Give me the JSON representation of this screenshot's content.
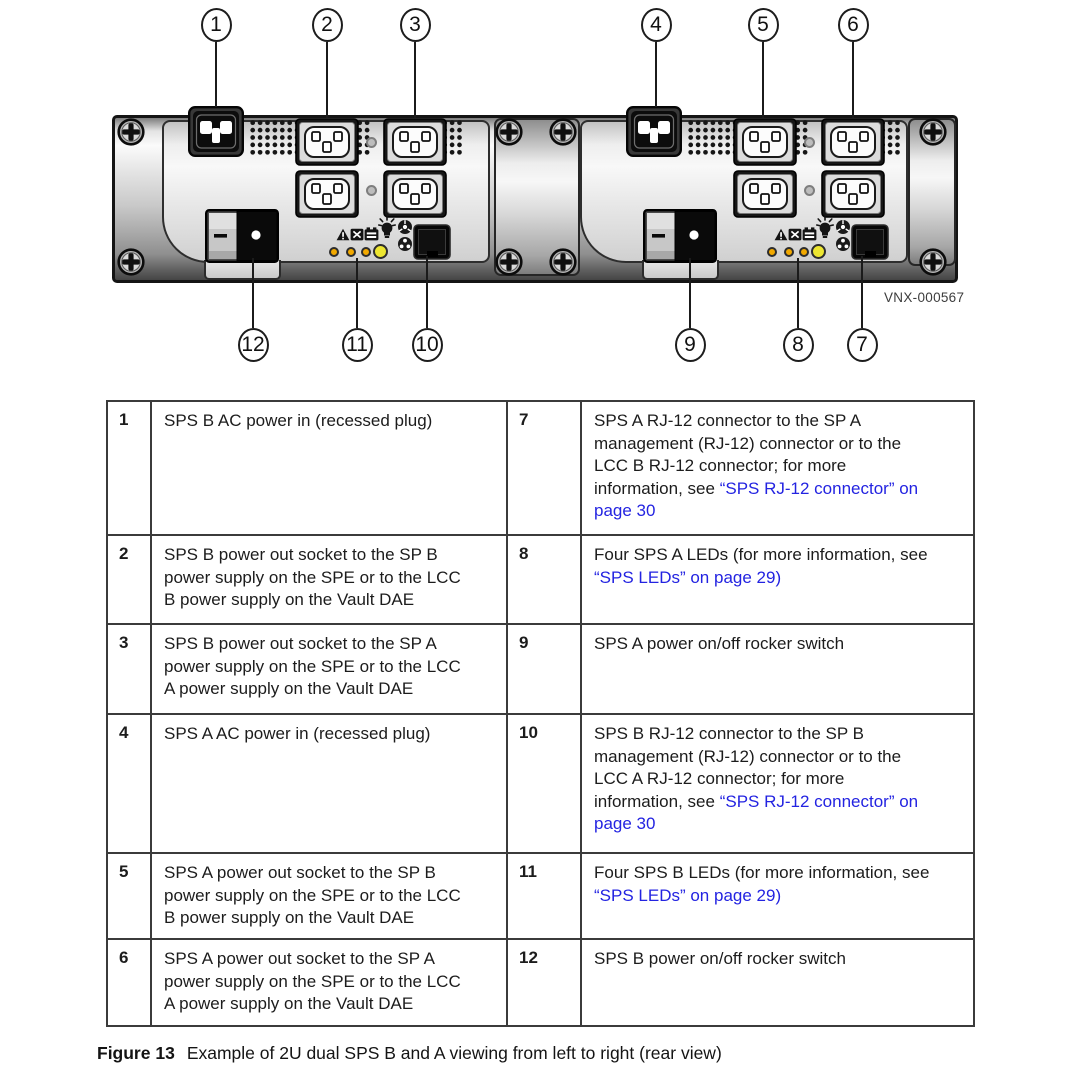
{
  "diagram": {
    "id_label": "VNX-000567",
    "callouts_top": [
      "1",
      "2",
      "3",
      "4",
      "5",
      "6"
    ],
    "callouts_bottom": [
      "12",
      "11",
      "10",
      "9",
      "8",
      "7"
    ]
  },
  "table": {
    "rows": [
      {
        "left_num": "1",
        "left_desc": [
          {
            "t": "SPS B AC power in (recessed plug)"
          }
        ],
        "right_num": "7",
        "right_desc": [
          {
            "t": "SPS A RJ-12 connector to the SP A\nmanagement (RJ-12) connector or to the\nLCC B RJ-12 connector; for more\ninformation, see "
          },
          {
            "t": "“SPS RJ-12 connector” on\npage 30",
            "link": true
          }
        ]
      },
      {
        "left_num": "2",
        "left_desc": [
          {
            "t": "SPS B power out socket to the SP B\npower supply on the SPE or to the LCC\nB power supply on the Vault DAE"
          }
        ],
        "right_num": "8",
        "right_desc": [
          {
            "t": "Four SPS A LEDs (for more information, see\n"
          },
          {
            "t": "“SPS LEDs” on page 29)",
            "link": true
          }
        ]
      },
      {
        "left_num": "3",
        "left_desc": [
          {
            "t": "SPS B power out socket to the SP A\npower supply on the SPE or to the LCC\nA power supply on the Vault DAE"
          }
        ],
        "right_num": "9",
        "right_desc": [
          {
            "t": "SPS A power on/off rocker switch"
          }
        ]
      },
      {
        "left_num": "4",
        "left_desc": [
          {
            "t": "SPS A AC power in (recessed plug)"
          }
        ],
        "right_num": "10",
        "right_desc": [
          {
            "t": "SPS B RJ-12 connector to the SP B\nmanagement (RJ-12) connector or to the\nLCC A RJ-12 connector; for more\ninformation, see "
          },
          {
            "t": "“SPS RJ-12 connector” on\npage 30",
            "link": true
          }
        ]
      },
      {
        "left_num": "5",
        "left_desc": [
          {
            "t": "SPS A power out socket to the SP B\npower supply on the SPE or to the LCC\nB power supply on the Vault DAE"
          }
        ],
        "right_num": "11",
        "right_desc": [
          {
            "t": "Four SPS B LEDs (for more information, see\n"
          },
          {
            "t": "“SPS LEDs” on page 29)",
            "link": true
          }
        ]
      },
      {
        "left_num": "6",
        "left_desc": [
          {
            "t": "SPS A power out socket to the SP A\npower supply on the SPE or to the LCC\nA power supply on the Vault DAE"
          }
        ],
        "right_num": "12",
        "right_desc": [
          {
            "t": "SPS B power on/off rocker switch"
          }
        ]
      }
    ]
  },
  "caption": {
    "label": "Figure 13",
    "text": "Example of 2U dual SPS B and A viewing from left to right (rear view)"
  },
  "colors": {
    "link-blue": "#2323e1",
    "led-amber": "#f2a900",
    "led-yellow": "#ede631"
  }
}
